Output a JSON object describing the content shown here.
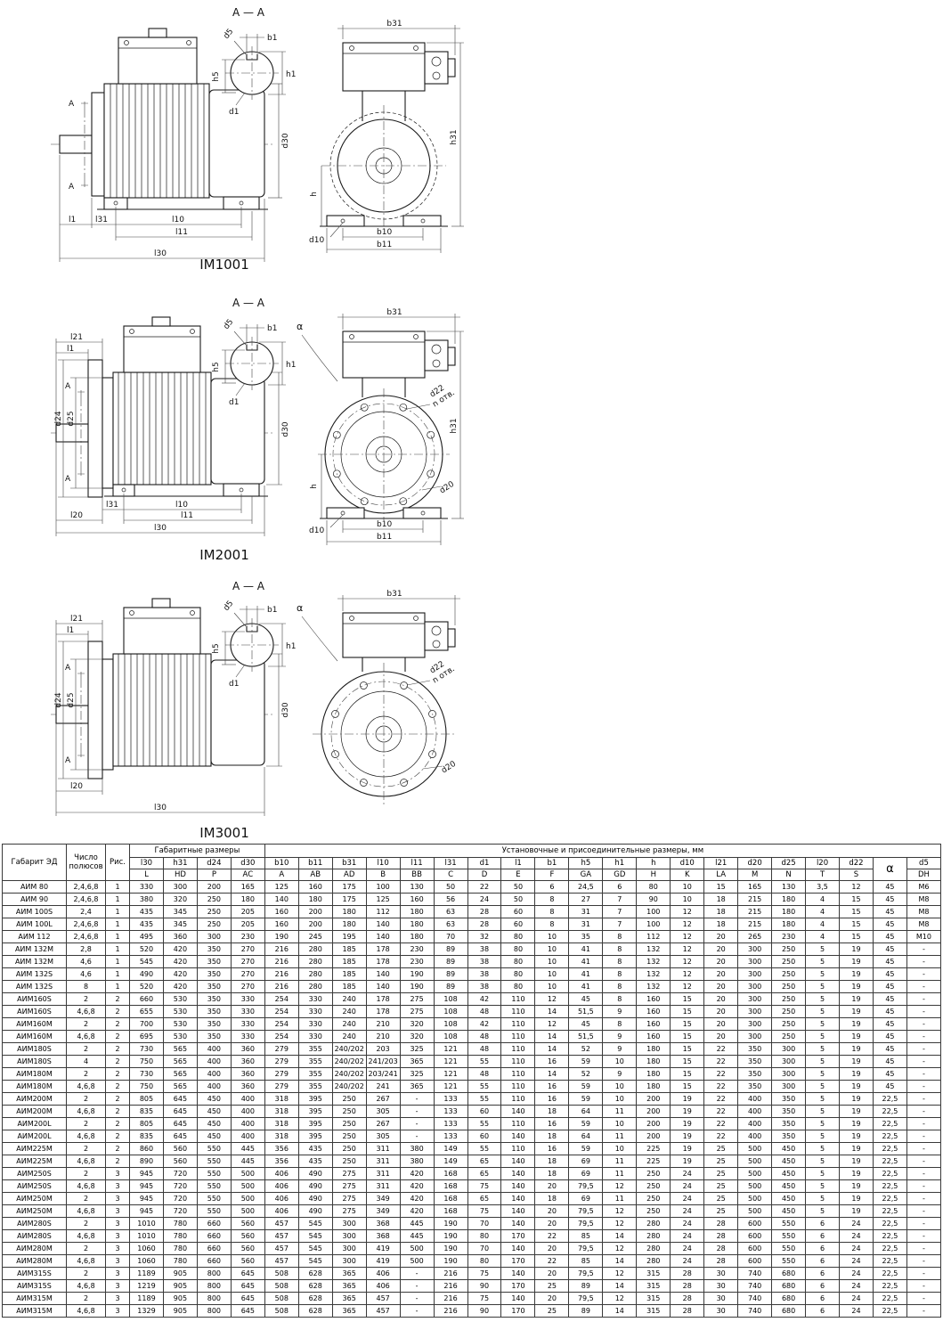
{
  "figures": [
    {
      "caption": "IM1001",
      "section_title": "A — A",
      "cut_label": "A",
      "section_labels": {
        "b1": "b1",
        "h1": "h1",
        "h5": "h5",
        "d1": "d1",
        "d5": "d5"
      },
      "side_labels": {
        "l1": "l1",
        "l31": "l31",
        "l10": "l10",
        "l11": "l11",
        "l30": "l30",
        "d30": "d30"
      },
      "end_labels": {
        "b31": "b31",
        "h31": "h31",
        "h": "h",
        "d10": "d10",
        "b10": "b10",
        "b11": "b11"
      }
    },
    {
      "caption": "IM2001",
      "section_title": "A — A",
      "cut_label": "A",
      "section_labels": {
        "b1": "b1",
        "h1": "h1",
        "h5": "h5",
        "d1": "d1",
        "d5": "d5"
      },
      "side_labels": {
        "l21": "l21",
        "l1": "l1",
        "d24": "d24",
        "d25": "d25",
        "l20": "l20",
        "l31": "l31",
        "l10": "l10",
        "l11": "l11",
        "l30": "l30",
        "d30": "d30"
      },
      "end_labels": {
        "b31": "b31",
        "h31": "h31",
        "h": "h",
        "d10": "d10",
        "b10": "b10",
        "b11": "b11",
        "d20": "d20",
        "d22": "d22",
        "n_otv": "n отв.",
        "alpha": "α"
      }
    },
    {
      "caption": "IM3001",
      "section_title": "A — A",
      "cut_label": "A",
      "section_labels": {
        "b1": "b1",
        "h1": "h1",
        "h5": "h5",
        "d1": "d1",
        "d5": "d5"
      },
      "side_labels": {
        "l21": "l21",
        "l1": "l1",
        "d24": "d24",
        "d25": "d25",
        "l20": "l20",
        "l30": "l30",
        "d30": "d30"
      },
      "end_labels": {
        "b31": "b31",
        "d20": "d20",
        "d22": "d22",
        "n_otv": "n отв.",
        "alpha": "α"
      }
    }
  ],
  "table": {
    "header": {
      "col_gabarit": "Габарит ЭД",
      "col_poles": "Число полюсов",
      "col_fig": "Рис.",
      "group_overall": "Габаритные размеры",
      "group_mounting": "Установочные и присоединительные размеры, мм",
      "dims_row1": [
        "l30",
        "h31",
        "d24",
        "d30",
        "b10",
        "b11",
        "b31",
        "l10",
        "l11",
        "l31",
        "d1",
        "l1",
        "b1",
        "h5",
        "h1",
        "h",
        "d10",
        "l21",
        "d20",
        "d25",
        "l20",
        "d22"
      ],
      "alpha": "α",
      "d5": "d5",
      "dims_row2": [
        "L",
        "HD",
        "P",
        "AC",
        "A",
        "AB",
        "AD",
        "B",
        "BB",
        "C",
        "D",
        "E",
        "F",
        "GA",
        "GD",
        "H",
        "K",
        "LA",
        "M",
        "N",
        "T",
        "S"
      ],
      "dh": "DH"
    },
    "rows": [
      [
        "АИМ 80",
        "2,4,6,8",
        "1",
        "330",
        "300",
        "200",
        "165",
        "125",
        "160",
        "175",
        "100",
        "130",
        "50",
        "22",
        "50",
        "6",
        "24,5",
        "6",
        "80",
        "10",
        "15",
        "165",
        "130",
        "3,5",
        "12",
        "45",
        "M6"
      ],
      [
        "АИМ 90",
        "2,4,6,8",
        "1",
        "380",
        "320",
        "250",
        "180",
        "140",
        "180",
        "175",
        "125",
        "160",
        "56",
        "24",
        "50",
        "8",
        "27",
        "7",
        "90",
        "10",
        "18",
        "215",
        "180",
        "4",
        "15",
        "45",
        "M8"
      ],
      [
        "АИМ 100S",
        "2,4",
        "1",
        "435",
        "345",
        "250",
        "205",
        "160",
        "200",
        "180",
        "112",
        "180",
        "63",
        "28",
        "60",
        "8",
        "31",
        "7",
        "100",
        "12",
        "18",
        "215",
        "180",
        "4",
        "15",
        "45",
        "M8"
      ],
      [
        "АИМ 100L",
        "2,4,6,8",
        "1",
        "435",
        "345",
        "250",
        "205",
        "160",
        "200",
        "180",
        "140",
        "180",
        "63",
        "28",
        "60",
        "8",
        "31",
        "7",
        "100",
        "12",
        "18",
        "215",
        "180",
        "4",
        "15",
        "45",
        "M8"
      ],
      [
        "АИМ 112",
        "2,4,6,8",
        "1",
        "495",
        "360",
        "300",
        "230",
        "190",
        "245",
        "195",
        "140",
        "180",
        "70",
        "32",
        "80",
        "10",
        "35",
        "8",
        "112",
        "12",
        "20",
        "265",
        "230",
        "4",
        "15",
        "45",
        "M10"
      ],
      [
        "АИМ 132М",
        "2,8",
        "1",
        "520",
        "420",
        "350",
        "270",
        "216",
        "280",
        "185",
        "178",
        "230",
        "89",
        "38",
        "80",
        "10",
        "41",
        "8",
        "132",
        "12",
        "20",
        "300",
        "250",
        "5",
        "19",
        "45",
        "-"
      ],
      [
        "АИМ 132М",
        "4,6",
        "1",
        "545",
        "420",
        "350",
        "270",
        "216",
        "280",
        "185",
        "178",
        "230",
        "89",
        "38",
        "80",
        "10",
        "41",
        "8",
        "132",
        "12",
        "20",
        "300",
        "250",
        "5",
        "19",
        "45",
        "-"
      ],
      [
        "АИМ 132S",
        "4,6",
        "1",
        "490",
        "420",
        "350",
        "270",
        "216",
        "280",
        "185",
        "140",
        "190",
        "89",
        "38",
        "80",
        "10",
        "41",
        "8",
        "132",
        "12",
        "20",
        "300",
        "250",
        "5",
        "19",
        "45",
        "-"
      ],
      [
        "АИМ 132S",
        "8",
        "1",
        "520",
        "420",
        "350",
        "270",
        "216",
        "280",
        "185",
        "140",
        "190",
        "89",
        "38",
        "80",
        "10",
        "41",
        "8",
        "132",
        "12",
        "20",
        "300",
        "250",
        "5",
        "19",
        "45",
        "-"
      ],
      [
        "АИМ160S",
        "2",
        "2",
        "660",
        "530",
        "350",
        "330",
        "254",
        "330",
        "240",
        "178",
        "275",
        "108",
        "42",
        "110",
        "12",
        "45",
        "8",
        "160",
        "15",
        "20",
        "300",
        "250",
        "5",
        "19",
        "45",
        "-"
      ],
      [
        "АИМ160S",
        "4,6,8",
        "2",
        "655",
        "530",
        "350",
        "330",
        "254",
        "330",
        "240",
        "178",
        "275",
        "108",
        "48",
        "110",
        "14",
        "51,5",
        "9",
        "160",
        "15",
        "20",
        "300",
        "250",
        "5",
        "19",
        "45",
        "-"
      ],
      [
        "АИМ160M",
        "2",
        "2",
        "700",
        "530",
        "350",
        "330",
        "254",
        "330",
        "240",
        "210",
        "320",
        "108",
        "42",
        "110",
        "12",
        "45",
        "8",
        "160",
        "15",
        "20",
        "300",
        "250",
        "5",
        "19",
        "45",
        "-"
      ],
      [
        "АИМ160M",
        "4,6,8",
        "2",
        "695",
        "530",
        "350",
        "330",
        "254",
        "330",
        "240",
        "210",
        "320",
        "108",
        "48",
        "110",
        "14",
        "51,5",
        "9",
        "160",
        "15",
        "20",
        "300",
        "250",
        "5",
        "19",
        "45",
        "-"
      ],
      [
        "АИМ180S",
        "2",
        "2",
        "730",
        "565",
        "400",
        "360",
        "279",
        "355",
        "240/202",
        "203",
        "325",
        "121",
        "48",
        "110",
        "14",
        "52",
        "9",
        "180",
        "15",
        "22",
        "350",
        "300",
        "5",
        "19",
        "45",
        "-"
      ],
      [
        "АИМ180S",
        "4",
        "2",
        "750",
        "565",
        "400",
        "360",
        "279",
        "355",
        "240/202",
        "241/203",
        "365",
        "121",
        "55",
        "110",
        "16",
        "59",
        "10",
        "180",
        "15",
        "22",
        "350",
        "300",
        "5",
        "19",
        "45",
        "-"
      ],
      [
        "АИМ180M",
        "2",
        "2",
        "730",
        "565",
        "400",
        "360",
        "279",
        "355",
        "240/202",
        "203/241",
        "325",
        "121",
        "48",
        "110",
        "14",
        "52",
        "9",
        "180",
        "15",
        "22",
        "350",
        "300",
        "5",
        "19",
        "45",
        "-"
      ],
      [
        "АИМ180M",
        "4,6,8",
        "2",
        "750",
        "565",
        "400",
        "360",
        "279",
        "355",
        "240/202",
        "241",
        "365",
        "121",
        "55",
        "110",
        "16",
        "59",
        "10",
        "180",
        "15",
        "22",
        "350",
        "300",
        "5",
        "19",
        "45",
        "-"
      ],
      [
        "АИМ200M",
        "2",
        "2",
        "805",
        "645",
        "450",
        "400",
        "318",
        "395",
        "250",
        "267",
        "-",
        "133",
        "55",
        "110",
        "16",
        "59",
        "10",
        "200",
        "19",
        "22",
        "400",
        "350",
        "5",
        "19",
        "22,5",
        "-"
      ],
      [
        "АИМ200M",
        "4,6,8",
        "2",
        "835",
        "645",
        "450",
        "400",
        "318",
        "395",
        "250",
        "305",
        "-",
        "133",
        "60",
        "140",
        "18",
        "64",
        "11",
        "200",
        "19",
        "22",
        "400",
        "350",
        "5",
        "19",
        "22,5",
        "-"
      ],
      [
        "АИМ200L",
        "2",
        "2",
        "805",
        "645",
        "450",
        "400",
        "318",
        "395",
        "250",
        "267",
        "-",
        "133",
        "55",
        "110",
        "16",
        "59",
        "10",
        "200",
        "19",
        "22",
        "400",
        "350",
        "5",
        "19",
        "22,5",
        "-"
      ],
      [
        "АИМ200L",
        "4,6,8",
        "2",
        "835",
        "645",
        "450",
        "400",
        "318",
        "395",
        "250",
        "305",
        "-",
        "133",
        "60",
        "140",
        "18",
        "64",
        "11",
        "200",
        "19",
        "22",
        "400",
        "350",
        "5",
        "19",
        "22,5",
        "-"
      ],
      [
        "АИМ225M",
        "2",
        "2",
        "860",
        "560",
        "550",
        "445",
        "356",
        "435",
        "250",
        "311",
        "380",
        "149",
        "55",
        "110",
        "16",
        "59",
        "10",
        "225",
        "19",
        "25",
        "500",
        "450",
        "5",
        "19",
        "22,5",
        "-"
      ],
      [
        "АИМ225M",
        "4,6,8",
        "2",
        "890",
        "560",
        "550",
        "445",
        "356",
        "435",
        "250",
        "311",
        "380",
        "149",
        "65",
        "140",
        "18",
        "69",
        "11",
        "225",
        "19",
        "25",
        "500",
        "450",
        "5",
        "19",
        "22,5",
        "-"
      ],
      [
        "АИМ250S",
        "2",
        "3",
        "945",
        "720",
        "550",
        "500",
        "406",
        "490",
        "275",
        "311",
        "420",
        "168",
        "65",
        "140",
        "18",
        "69",
        "11",
        "250",
        "24",
        "25",
        "500",
        "450",
        "5",
        "19",
        "22,5",
        "-"
      ],
      [
        "АИМ250S",
        "4,6,8",
        "3",
        "945",
        "720",
        "550",
        "500",
        "406",
        "490",
        "275",
        "311",
        "420",
        "168",
        "75",
        "140",
        "20",
        "79,5",
        "12",
        "250",
        "24",
        "25",
        "500",
        "450",
        "5",
        "19",
        "22,5",
        "-"
      ],
      [
        "АИМ250M",
        "2",
        "3",
        "945",
        "720",
        "550",
        "500",
        "406",
        "490",
        "275",
        "349",
        "420",
        "168",
        "65",
        "140",
        "18",
        "69",
        "11",
        "250",
        "24",
        "25",
        "500",
        "450",
        "5",
        "19",
        "22,5",
        "-"
      ],
      [
        "АИМ250M",
        "4,6,8",
        "3",
        "945",
        "720",
        "550",
        "500",
        "406",
        "490",
        "275",
        "349",
        "420",
        "168",
        "75",
        "140",
        "20",
        "79,5",
        "12",
        "250",
        "24",
        "25",
        "500",
        "450",
        "5",
        "19",
        "22,5",
        "-"
      ],
      [
        "АИМ280S",
        "2",
        "3",
        "1010",
        "780",
        "660",
        "560",
        "457",
        "545",
        "300",
        "368",
        "445",
        "190",
        "70",
        "140",
        "20",
        "79,5",
        "12",
        "280",
        "24",
        "28",
        "600",
        "550",
        "6",
        "24",
        "22,5",
        "-"
      ],
      [
        "АИМ280S",
        "4,6,8",
        "3",
        "1010",
        "780",
        "660",
        "560",
        "457",
        "545",
        "300",
        "368",
        "445",
        "190",
        "80",
        "170",
        "22",
        "85",
        "14",
        "280",
        "24",
        "28",
        "600",
        "550",
        "6",
        "24",
        "22,5",
        "-"
      ],
      [
        "АИМ280M",
        "2",
        "3",
        "1060",
        "780",
        "660",
        "560",
        "457",
        "545",
        "300",
        "419",
        "500",
        "190",
        "70",
        "140",
        "20",
        "79,5",
        "12",
        "280",
        "24",
        "28",
        "600",
        "550",
        "6",
        "24",
        "22,5",
        "-"
      ],
      [
        "АИМ280M",
        "4,6,8",
        "3",
        "1060",
        "780",
        "660",
        "560",
        "457",
        "545",
        "300",
        "419",
        "500",
        "190",
        "80",
        "170",
        "22",
        "85",
        "14",
        "280",
        "24",
        "28",
        "600",
        "550",
        "6",
        "24",
        "22,5",
        "-"
      ],
      [
        "АИМ315S",
        "2",
        "3",
        "1189",
        "905",
        "800",
        "645",
        "508",
        "628",
        "365",
        "406",
        "-",
        "216",
        "75",
        "140",
        "20",
        "79,5",
        "12",
        "315",
        "28",
        "30",
        "740",
        "680",
        "6",
        "24",
        "22,5",
        "-"
      ],
      [
        "АИМ315S",
        "4,6,8",
        "3",
        "1219",
        "905",
        "800",
        "645",
        "508",
        "628",
        "365",
        "406",
        "-",
        "216",
        "90",
        "170",
        "25",
        "89",
        "14",
        "315",
        "28",
        "30",
        "740",
        "680",
        "6",
        "24",
        "22,5",
        "-"
      ],
      [
        "АИМ315M",
        "2",
        "3",
        "1189",
        "905",
        "800",
        "645",
        "508",
        "628",
        "365",
        "457",
        "-",
        "216",
        "75",
        "140",
        "20",
        "79,5",
        "12",
        "315",
        "28",
        "30",
        "740",
        "680",
        "6",
        "24",
        "22,5",
        "-"
      ],
      [
        "АИМ315M",
        "4,6,8",
        "3",
        "1329",
        "905",
        "800",
        "645",
        "508",
        "628",
        "365",
        "457",
        "-",
        "216",
        "90",
        "170",
        "25",
        "89",
        "14",
        "315",
        "28",
        "30",
        "740",
        "680",
        "6",
        "24",
        "22,5",
        "-"
      ]
    ]
  }
}
